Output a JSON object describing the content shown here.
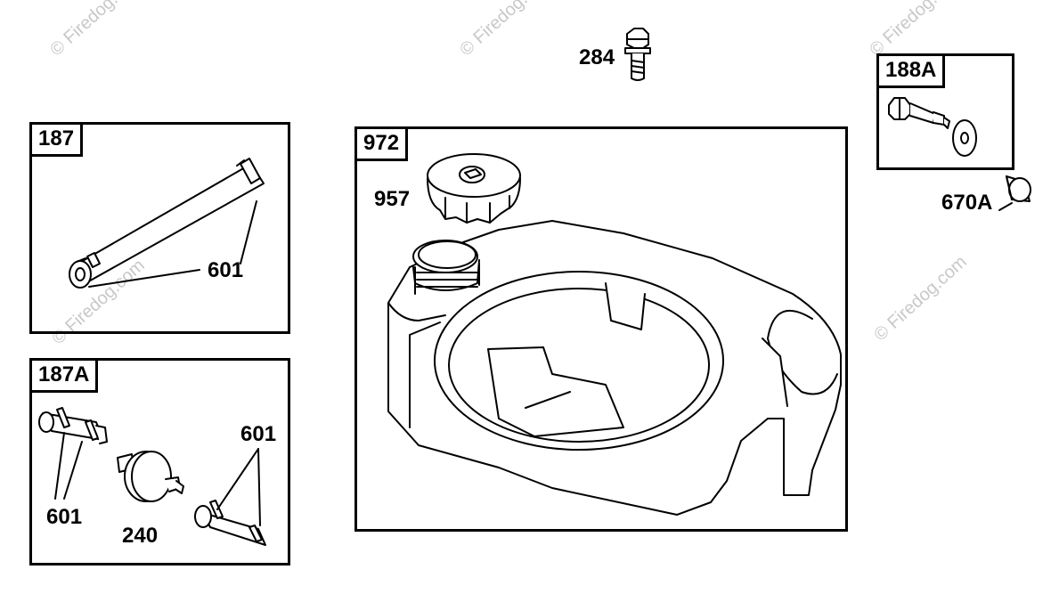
{
  "watermark": "© Firedog.com",
  "boxes": {
    "b187": "187",
    "b187a": "187A",
    "b972": "972",
    "b188a": "188A"
  },
  "callouts": {
    "p284": "284",
    "p957": "957",
    "p670a": "670A",
    "p601_top": "601",
    "p601_left": "601",
    "p601_right": "601",
    "p240": "240"
  },
  "colors": {
    "line": "#000000",
    "watermark": "#c8c8c8",
    "background": "#ffffff"
  }
}
